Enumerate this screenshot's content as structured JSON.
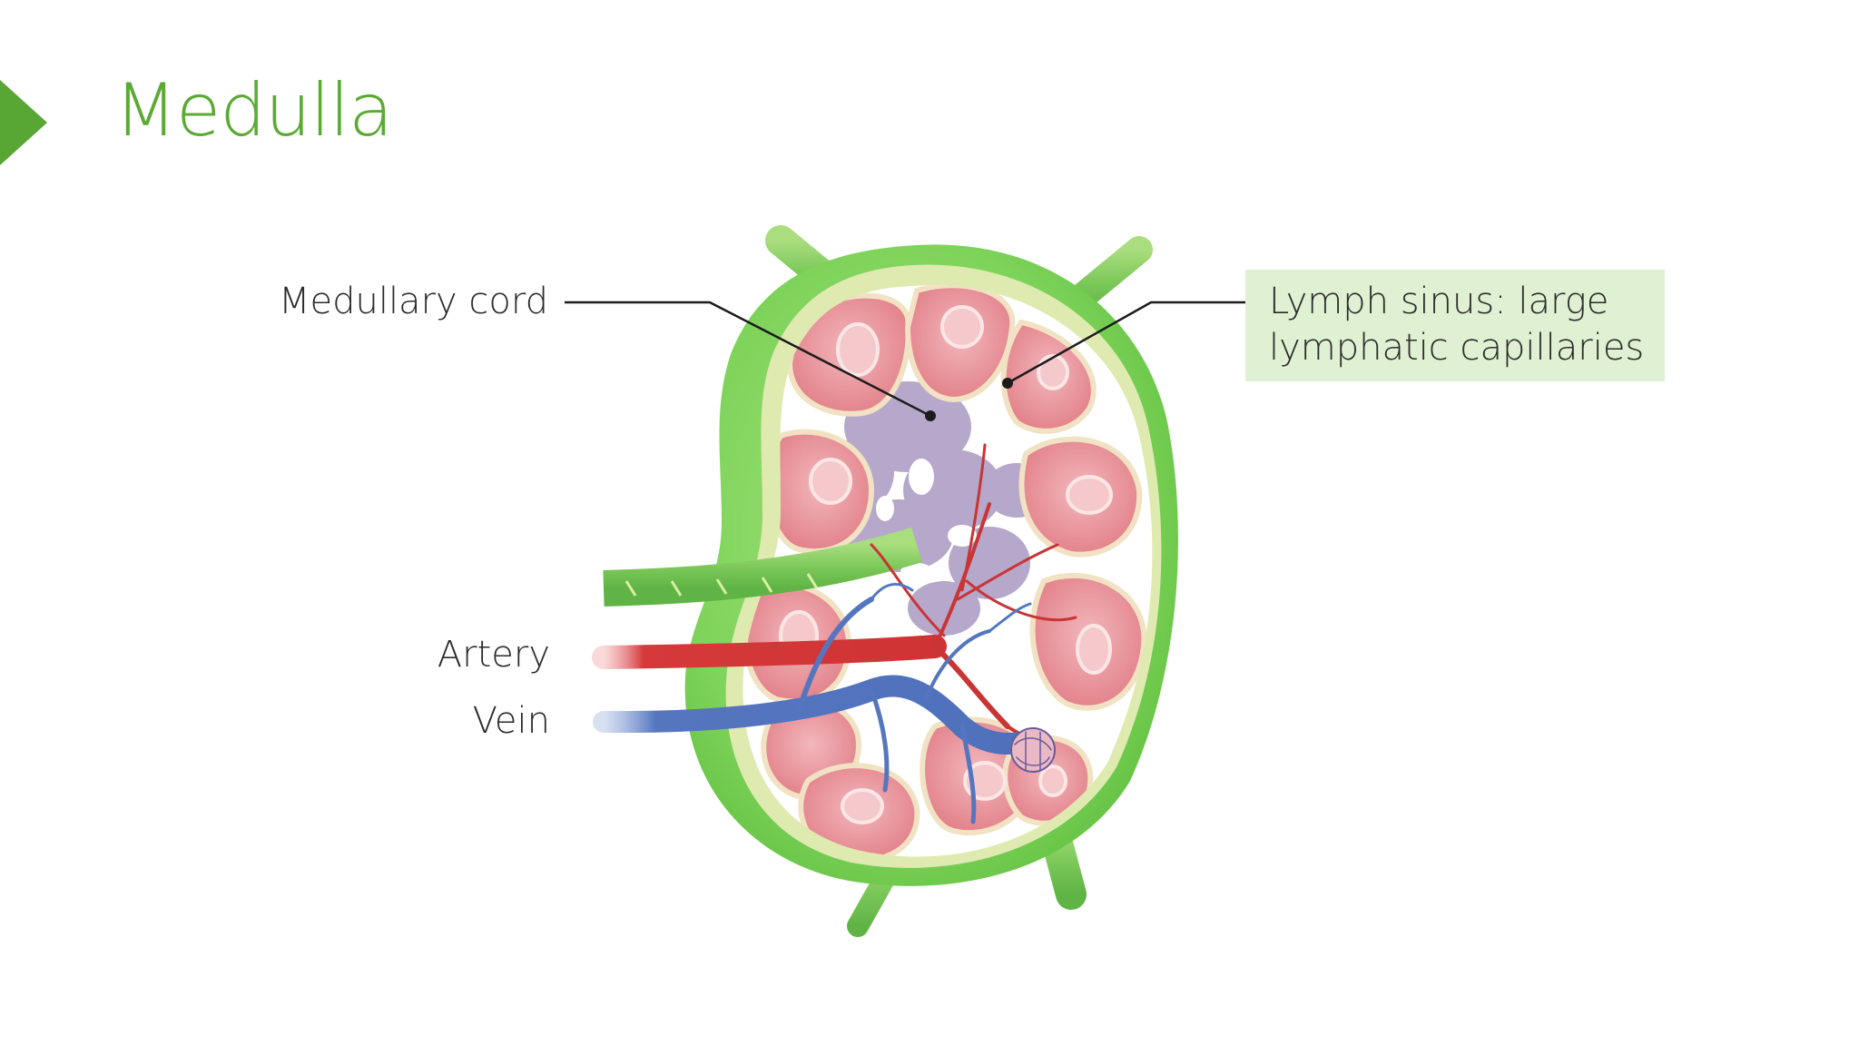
{
  "slide": {
    "title": "Medulla"
  },
  "labels": {
    "medullary_cord": "Medullary cord",
    "lymph_sinus_line1": "Lymph sinus: large",
    "lymph_sinus_line2": "lymphatic capillaries",
    "artery": "Artery",
    "vein": "Vein"
  },
  "colors": {
    "accent_green": "#5caa34",
    "capsule_green": "#7ed35a",
    "cortex_cream": "#dfeab0",
    "nodule_pink": "#e5878f",
    "medulla_lilac": "#a99ac1",
    "artery_red": "#d5393a",
    "vein_blue": "#5576bf",
    "label_box_bg": "#dff1d2"
  },
  "icons": {
    "title_marker": "triangle-right-icon"
  }
}
